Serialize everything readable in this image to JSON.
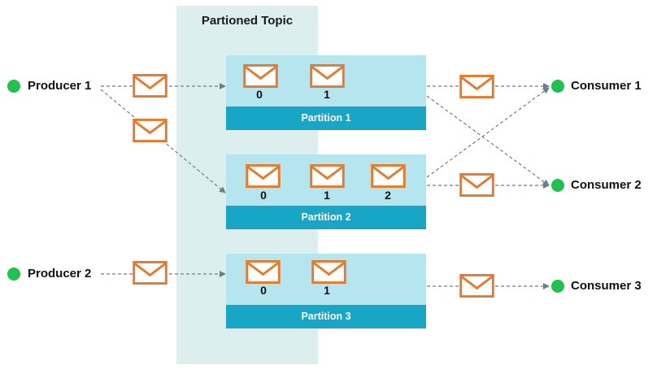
{
  "topic": {
    "title": "Partioned Topic"
  },
  "producers": [
    {
      "label": "Producer 1"
    },
    {
      "label": "Producer 2"
    }
  ],
  "consumers": [
    {
      "label": "Consumer 1"
    },
    {
      "label": "Consumer 2"
    },
    {
      "label": "Consumer 3"
    }
  ],
  "partitions": [
    {
      "label": "Partition 1",
      "offsets": [
        "0",
        "1"
      ]
    },
    {
      "label": "Partition 2",
      "offsets": [
        "0",
        "1",
        "2"
      ]
    },
    {
      "label": "Partition 3",
      "offsets": [
        "0",
        "1"
      ]
    }
  ],
  "colors": {
    "topic_band": "#dcefee",
    "partition_body": "#b5e6ef",
    "partition_bar": "#17a6c6",
    "envelope": "#e8782a",
    "node": "#1fc24c",
    "arrow": "#6b7f8a"
  },
  "icons": {
    "message": "envelope-icon",
    "node": "green-dot"
  }
}
